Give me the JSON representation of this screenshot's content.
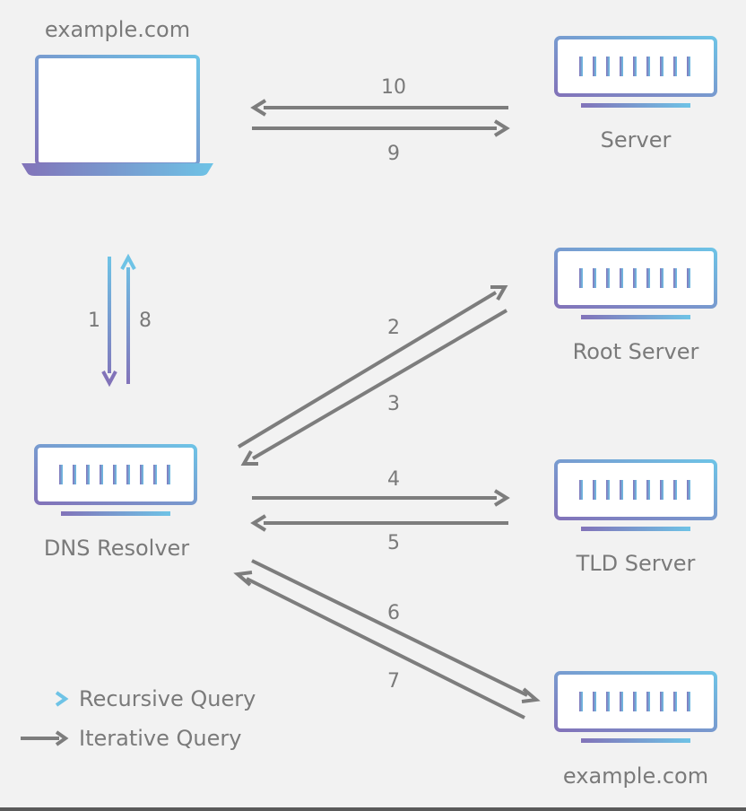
{
  "colors": {
    "background": "#f2f2f2",
    "iterative_arrow": "#7d7d7d",
    "label_text": "#7a7a7a",
    "gradient_start": "#8273b9",
    "gradient_end": "#6ec3e6"
  },
  "icons": {
    "laptop": "laptop-icon",
    "server": "server-icon"
  },
  "nodes": {
    "client_label": "example.com",
    "web_server_label": "Server",
    "root_server_label": "Root Server",
    "resolver_label": "DNS Resolver",
    "tld_server_label": "TLD Server",
    "authoritative_label": "example.com"
  },
  "steps": {
    "s1": "1",
    "s2": "2",
    "s3": "3",
    "s4": "4",
    "s5": "5",
    "s6": "6",
    "s7": "7",
    "s8": "8",
    "s9": "9",
    "s10": "10"
  },
  "legend": {
    "recursive_label": "Recursive Query",
    "iterative_label": "Iterative Query"
  }
}
